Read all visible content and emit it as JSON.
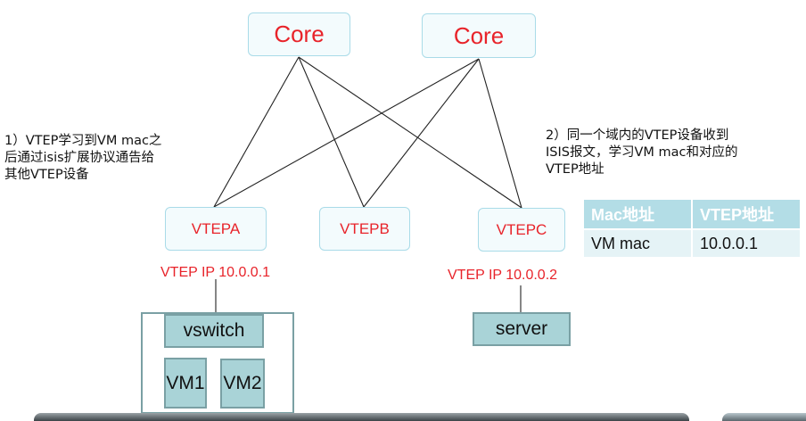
{
  "core_nodes": [
    "Core",
    "Core"
  ],
  "vtep_nodes": [
    "VTEPA",
    "VTEPB",
    "VTEPC"
  ],
  "ip_labels": {
    "vtepa": "VTEP  IP 10.0.0.1",
    "vtepc": "VTEP IP 10.0.0.2"
  },
  "note_left": [
    "1）VTEP学习到VM mac之",
    "后通过isis扩展协议通告给",
    "其他VTEP设备"
  ],
  "note_right": [
    "2）同一个域内的VTEP设备收到",
    "ISIS报文，学习VM mac和对应的",
    "VTEP地址"
  ],
  "host_left": {
    "switch": "vswitch",
    "vm1": "VM1",
    "vm2": "VM2"
  },
  "host_right": {
    "server": "server"
  },
  "mac_table": {
    "headers": [
      "Mac地址",
      "VTEP地址"
    ],
    "rows": [
      [
        "VM mac",
        "10.0.0.1"
      ]
    ]
  },
  "colors": {
    "label_red": "#e8232a",
    "box_teal": "#a9d3d7",
    "table_header": "#b3dde6",
    "table_cell": "#e5f3f6"
  }
}
